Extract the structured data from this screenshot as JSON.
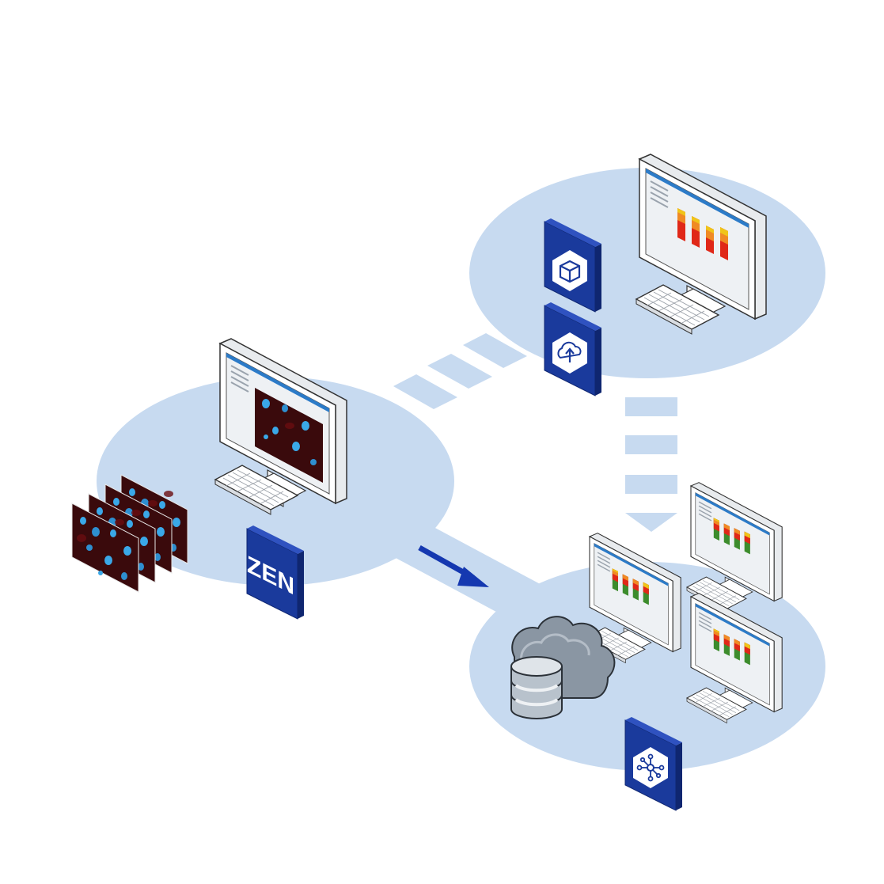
{
  "diagram": {
    "logo_text": "ZEN",
    "nodes": [
      {
        "id": "acquisition",
        "icon": "zen-logo-tile"
      },
      {
        "id": "analysis",
        "icons": [
          "cube-icon",
          "cloud-upload-icon"
        ]
      },
      {
        "id": "collaboration",
        "icons": [
          "cloud-storage-icon",
          "database-icon",
          "network-hub-icon"
        ]
      }
    ],
    "colors": {
      "zone": "#c7daf0",
      "tile": "#1a3a9c",
      "tile_dark": "#0f2670",
      "arrow": "#1538b0",
      "bar_yellow": "#f0c419",
      "bar_orange": "#f08a24",
      "bar_red": "#e02818",
      "bar_green": "#3c8c2c",
      "micro_bg": "#3a0a0c",
      "micro_cell": "#3aa8e8"
    }
  }
}
